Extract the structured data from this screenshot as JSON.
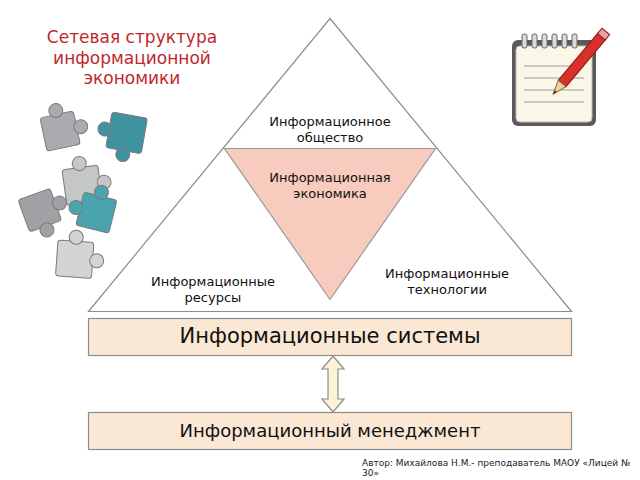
{
  "diagram": {
    "title": "Сетевая структура информационной экономики",
    "nodes": [
      {
        "text": [
          "Информационное общество",
          "Информационные ресурсы",
          "Информационные технологии"
        ]
      },
      {
        "text": [
          "Информационная экономика"
        ],
        "in": 0
      },
      {
        "text": [
          "Информационные системы"
        ]
      },
      {
        "text": [
          "Информационный менеджмент"
        ]
      }
    ],
    "edges": [
      {
        "from": 2,
        "to": 3,
        "arrow": "both"
      }
    ],
    "labels": [
      "Автор: Михайлова Н.М.- преподаватель МАОУ «Лицей № 30»"
    ]
  }
}
